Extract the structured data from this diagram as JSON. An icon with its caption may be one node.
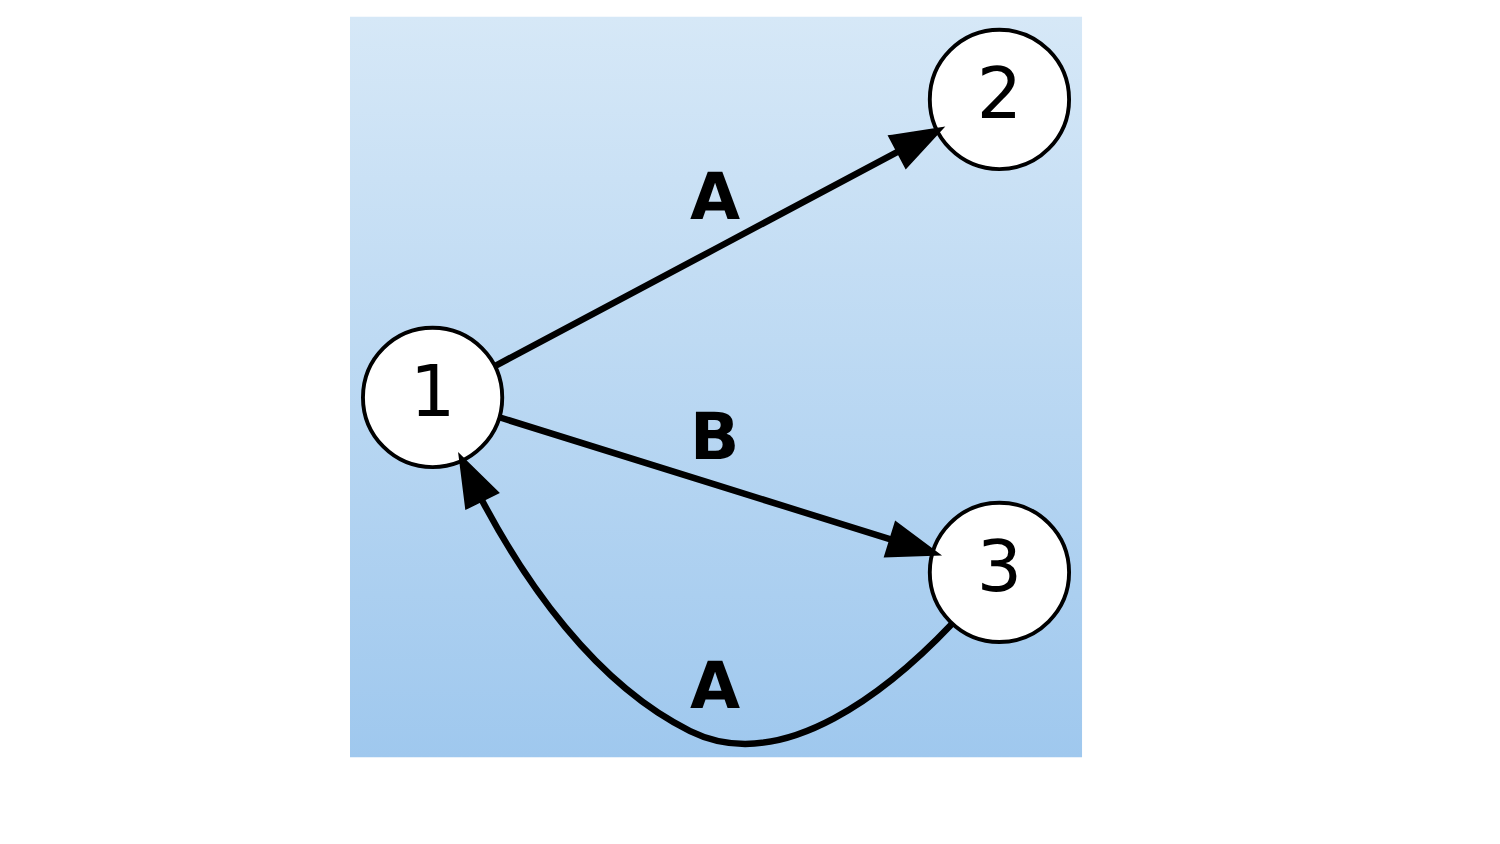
{
  "diagram": {
    "nodes": [
      {
        "text": [
          "1"
        ]
      },
      {
        "text": [
          "2"
        ]
      },
      {
        "text": [
          "3"
        ]
      }
    ],
    "edges": [
      {
        "from": 0,
        "to": 1,
        "arrow": "to",
        "label": "A"
      },
      {
        "from": 2,
        "to": 0,
        "arrow": "to",
        "label": "A"
      },
      {
        "from": 0,
        "to": 2,
        "arrow": "to",
        "label": "B"
      }
    ]
  }
}
